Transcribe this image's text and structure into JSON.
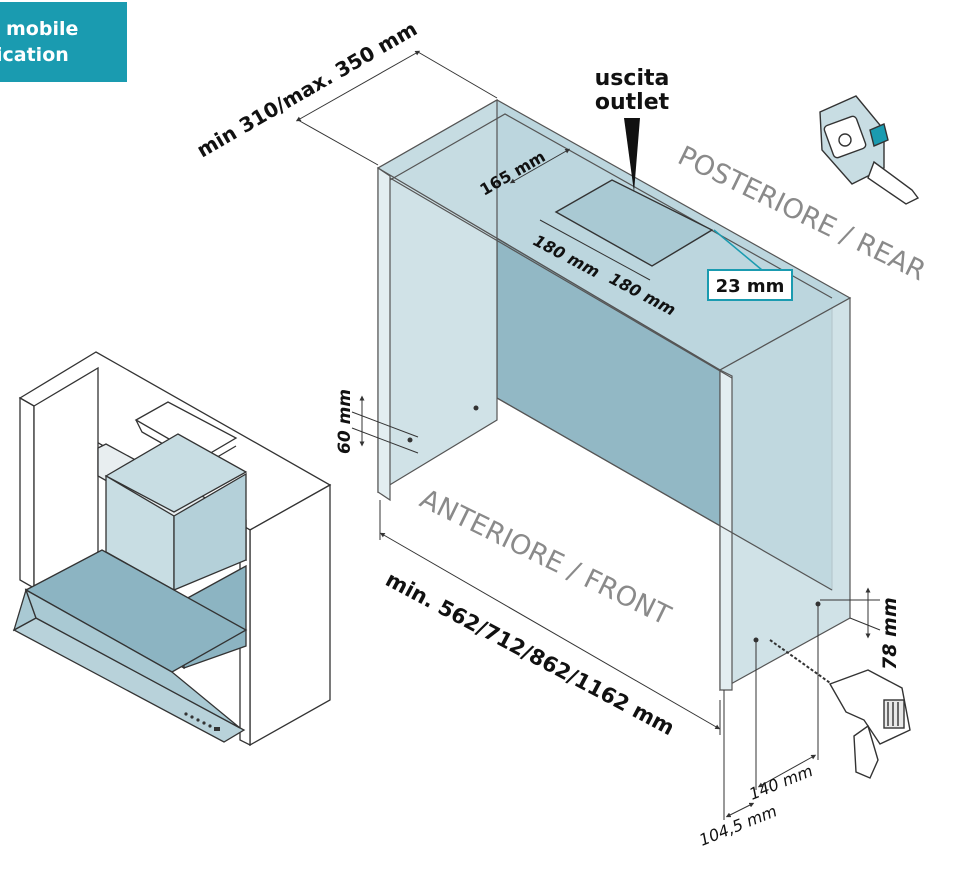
{
  "badge": {
    "line1": "mobile",
    "line2": "ication",
    "color": "#1a9bb0"
  },
  "labels": {
    "outlet_it": "uscita",
    "outlet_en": "outlet",
    "rear": "POSTERIORE / REAR",
    "front": "ANTERIORE / FRONT"
  },
  "dimensions": {
    "depth": "min 310/max. 350 mm",
    "outlet_offset": "165 mm",
    "outlet_width_1": "180 mm",
    "outlet_width_2": "180 mm",
    "rear_gap": "23 mm",
    "hole_spacing_side": "60 mm",
    "width": "min. 562/712/862/1162 mm",
    "hole_height": "78 mm",
    "hole_spacing_bottom": "140 mm",
    "hole_offset_bottom": "104,5 mm"
  },
  "colors": {
    "panel_light": "#c8dde3",
    "panel_dark": "#8cb4c2",
    "panel_mid": "#a9c9d3",
    "accent": "#1a9bb0",
    "line": "#333333"
  },
  "icons": {
    "tape_measure": "tape-measure-icon",
    "drill": "drill-icon",
    "hood_cabinet": "cabinet-hood-illustration"
  }
}
